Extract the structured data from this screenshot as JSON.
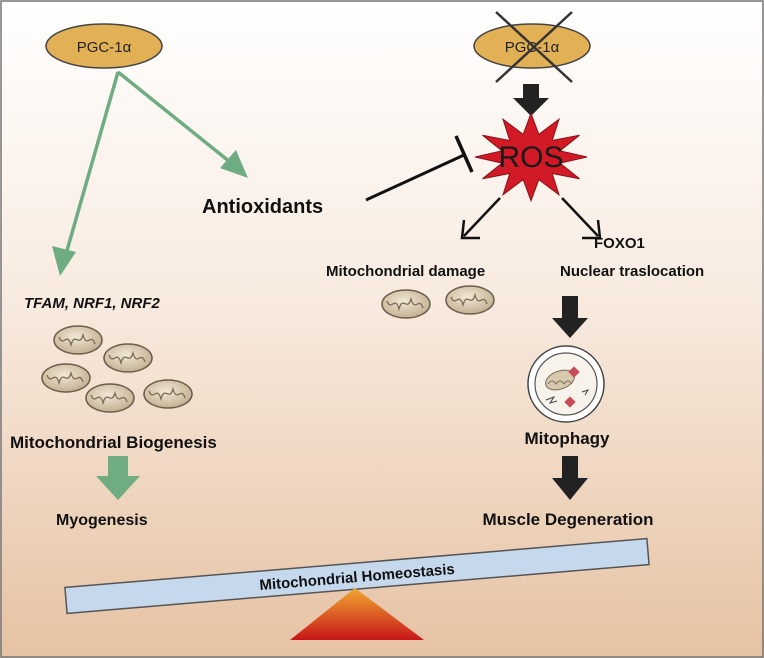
{
  "left": {
    "pgc_label": "PGC-1α",
    "antioxidants": "Antioxidants",
    "genes": "TFAM, NRF1, NRF2",
    "biogenesis": "Mitochondrial Biogenesis",
    "myogenesis": "Myogenesis"
  },
  "right": {
    "pgc_label": "PGC-1α",
    "ros": "ROS",
    "mito_damage": "Mitochondrial damage",
    "foxo_line1": "FOXO1",
    "foxo_line2": "Nuclear traslocation",
    "mitophagy": "Mitophagy",
    "degeneration": "Muscle Degeneration"
  },
  "balance": {
    "beam_label": "Mitochondrial Homeostasis"
  },
  "colors": {
    "background_top": "#ffffff",
    "background_bottom": "#e8c6a8",
    "pgc_fill": "#e3b155",
    "green_arrow": "#6fac82",
    "dark_arrow": "#222222",
    "ros_fill": "#d11a26",
    "beam_fill": "#c6d8ec",
    "fulcrum_top": "#f0a830",
    "fulcrum_bottom": "#cc1a1a",
    "mito_fill": "#d7c9ae"
  },
  "icons": {
    "mitochondrion": "mitochondrion-icon",
    "autophagosome": "autophagosome-icon",
    "cross": "cross-out-icon"
  }
}
